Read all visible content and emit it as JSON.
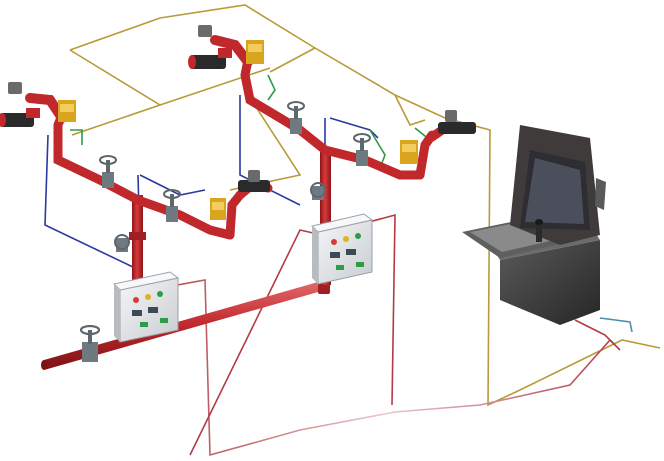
{
  "diagram": {
    "colors": {
      "pipe": "#c0282c",
      "pipe_dark": "#8e1518",
      "pipe_light": "#e36a6c",
      "signal_gold": "#b89a3a",
      "signal_blue": "#2a3aa0",
      "signal_green": "#2f9a47",
      "signal_red": "#b23b45",
      "panel_gray": "#e6e8ea",
      "console_dark": "#3a3a3a",
      "valve_gray": "#7f8c92",
      "junction_yellow": "#e0b21e"
    },
    "components": {
      "monitors": [
        "water-monitor-1",
        "water-monitor-2",
        "water-monitor-3",
        "water-monitor-4"
      ],
      "control_panels": [
        "local-control-panel-1",
        "local-control-panel-2"
      ],
      "console": "operator-console"
    }
  }
}
